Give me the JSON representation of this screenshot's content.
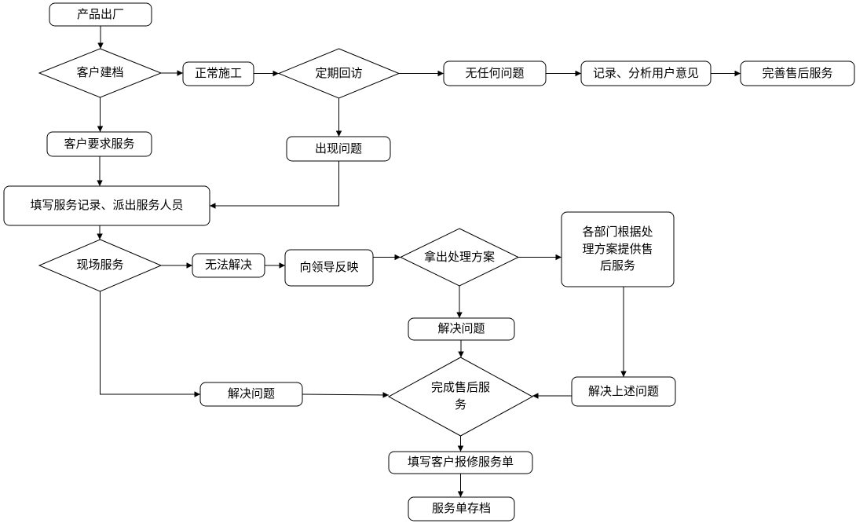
{
  "diagram": {
    "type": "flowchart",
    "colors": {
      "background": "#ffffff",
      "shape_fill": "#ffffff",
      "shape_stroke": "#000000",
      "text": "#000000"
    },
    "nodes": [
      {
        "id": "product-ship",
        "shape": "rect",
        "label": "产品出厂"
      },
      {
        "id": "customer-file",
        "shape": "diamond",
        "label": "客户建档"
      },
      {
        "id": "normal-construction",
        "shape": "rect",
        "label": "正常施工"
      },
      {
        "id": "periodic-visit",
        "shape": "diamond",
        "label": "定期回访"
      },
      {
        "id": "no-problem",
        "shape": "rect",
        "label": "无任何问题"
      },
      {
        "id": "record-analyze-opinions",
        "shape": "rect",
        "label": "记录、分析用户意见"
      },
      {
        "id": "improve-after-sales",
        "shape": "rect",
        "label": "完善售后服务"
      },
      {
        "id": "customer-request-service",
        "shape": "rect",
        "label": "客户要求服务"
      },
      {
        "id": "problem-occurs",
        "shape": "rect",
        "label": "出现问题"
      },
      {
        "id": "fill-service-record",
        "shape": "rect",
        "label": "填写服务记录、派出服务人员"
      },
      {
        "id": "onsite-service",
        "shape": "diamond",
        "label": "现场服务"
      },
      {
        "id": "cannot-solve",
        "shape": "rect",
        "label": "无法解决"
      },
      {
        "id": "report-to-leader",
        "shape": "rect",
        "label": "向领导反映"
      },
      {
        "id": "propose-solution",
        "shape": "diamond",
        "label": "拿出处理方案"
      },
      {
        "id": "dept-provide-service",
        "shape": "rect",
        "label": "各部门根据处理方案提供售后服务"
      },
      {
        "id": "solve-problem-mid",
        "shape": "rect",
        "label": "解决问题"
      },
      {
        "id": "solve-problem-left",
        "shape": "rect",
        "label": "解决问题"
      },
      {
        "id": "complete-after-sales",
        "shape": "diamond",
        "label": "完成售后服务"
      },
      {
        "id": "solve-above-problems",
        "shape": "rect",
        "label": "解决上述问题"
      },
      {
        "id": "fill-repair-form",
        "shape": "rect",
        "label": "填写客户报修服务单"
      },
      {
        "id": "archive-form",
        "shape": "rect",
        "label": "服务单存档"
      }
    ],
    "edges": [
      {
        "from": "product-ship",
        "to": "customer-file"
      },
      {
        "from": "customer-file",
        "to": "normal-construction"
      },
      {
        "from": "normal-construction",
        "to": "periodic-visit"
      },
      {
        "from": "periodic-visit",
        "to": "no-problem"
      },
      {
        "from": "no-problem",
        "to": "record-analyze-opinions"
      },
      {
        "from": "record-analyze-opinions",
        "to": "improve-after-sales"
      },
      {
        "from": "customer-file",
        "to": "customer-request-service"
      },
      {
        "from": "periodic-visit",
        "to": "problem-occurs"
      },
      {
        "from": "customer-request-service",
        "to": "fill-service-record"
      },
      {
        "from": "problem-occurs",
        "to": "fill-service-record"
      },
      {
        "from": "fill-service-record",
        "to": "onsite-service"
      },
      {
        "from": "onsite-service",
        "to": "cannot-solve"
      },
      {
        "from": "cannot-solve",
        "to": "report-to-leader"
      },
      {
        "from": "report-to-leader",
        "to": "propose-solution"
      },
      {
        "from": "propose-solution",
        "to": "dept-provide-service"
      },
      {
        "from": "propose-solution",
        "to": "solve-problem-mid"
      },
      {
        "from": "solve-problem-mid",
        "to": "complete-after-sales"
      },
      {
        "from": "dept-provide-service",
        "to": "solve-above-problems"
      },
      {
        "from": "solve-above-problems",
        "to": "complete-after-sales"
      },
      {
        "from": "onsite-service",
        "to": "solve-problem-left"
      },
      {
        "from": "solve-problem-left",
        "to": "complete-after-sales"
      },
      {
        "from": "complete-after-sales",
        "to": "fill-repair-form"
      },
      {
        "from": "fill-repair-form",
        "to": "archive-form"
      }
    ]
  }
}
